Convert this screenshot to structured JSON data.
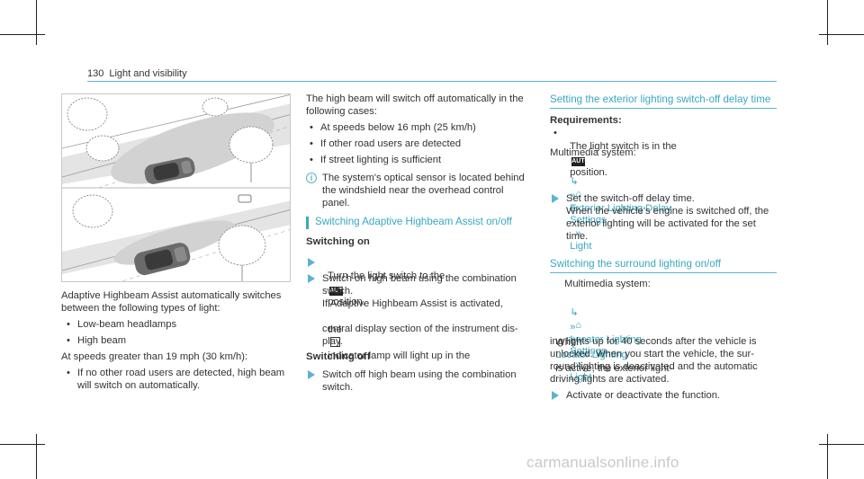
{
  "header": {
    "page_number": "130",
    "section": "Light and visibility"
  },
  "left": {
    "intro": [
      "Adaptive Highbeam Assist automatically switches",
      "between the following types of light:"
    ],
    "bullets1": [
      "Low-beam headlamps",
      "High beam"
    ],
    "speed_line": "At speeds greater than 19 mph (30 km/h):",
    "bullet2": [
      "If no other road users are detected, high beam",
      "will switch on automatically."
    ]
  },
  "middle": {
    "intro": [
      "The high beam will switch off automatically in the",
      "following cases:"
    ],
    "bullets": [
      "At speeds below 16 mph (25 km/h)",
      "If other road users are detected",
      "If street lighting is sufficient"
    ],
    "note": [
      "The system's optical sensor is located behind",
      "the windshield near the overhead control",
      "panel."
    ],
    "heading": "Switching Adaptive Highbeam Assist on/off",
    "sub_on": "Switching on",
    "step1_pre": "Turn the light switch to the",
    "step1_post": "position.",
    "step2": [
      "Switch on high beam using the combination",
      "switch."
    ],
    "step2b_1": "If Adaptive Highbeam Assist is activated,",
    "step2b_2_pre": "the",
    "step2b_2_post": "indicator lamp will light up in the",
    "step2b_3": [
      "central display section of the instrument dis-",
      "play."
    ],
    "sub_off": "Switching off",
    "step3": [
      "Switch off high beam using the combination",
      "switch."
    ],
    "auto_label": "AUTO"
  },
  "right": {
    "heading1": "Setting the exterior lighting switch-off delay time",
    "req": "Requirements:",
    "req_bullet_pre": "The light switch is in the",
    "req_bullet_post": "position.",
    "mm1": "Multimedia system:",
    "menu1_a": "Settings",
    "menu1_b": "Light",
    "menu1_c": "Exterior Lighting Delay",
    "step1": [
      "Set the switch-off delay time.",
      "When the vehicle's engine is switched off, the",
      "exterior lighting will be activated for the set",
      "time."
    ],
    "heading2": "Switching the surround lighting on/off",
    "mm2": "Multimedia system:",
    "menu2_a": "Settings",
    "menu2_b": "Light",
    "menu2_c": "Locator Lighting",
    "p_when_pre": "When",
    "p_when_link": "Locator Lighting",
    "p_when_post": "is active, the exterior light-",
    "p_lines": [
      "ing lights up for 40 seconds after the vehicle is",
      "unlocked. When you start the vehicle, the sur-",
      "round lighting is deactivated and the automatic",
      "driving lights are activated."
    ],
    "step2": "Activate or deactivate the function.",
    "auto_label": "AUTO"
  },
  "watermark": "carmanualsonline.info",
  "colors": {
    "accent": "#3aa7c2",
    "text": "#333333"
  }
}
